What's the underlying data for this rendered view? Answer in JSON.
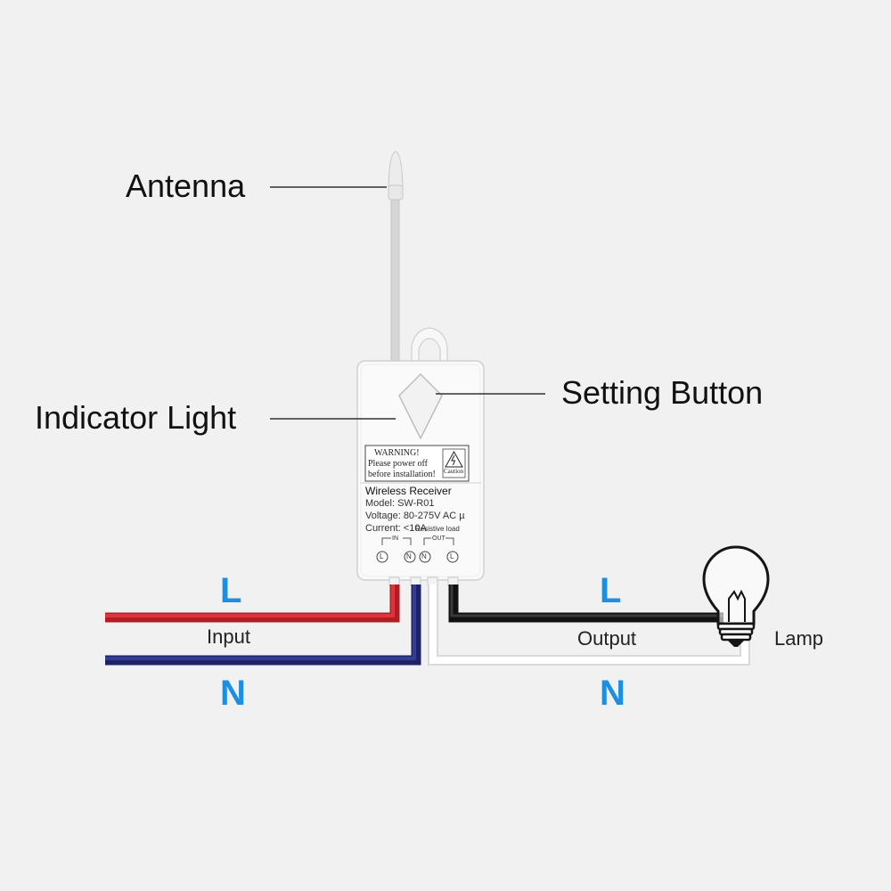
{
  "callouts": {
    "antenna": "Antenna",
    "indicator_light": "Indicator Light",
    "setting_button": "Setting Button"
  },
  "device": {
    "warning": {
      "title": "WARNING!",
      "line1": "Please power off",
      "line2": "before installation!",
      "caution": "Caution"
    },
    "name": "Wireless Receiver",
    "model": "Model: SW-R01",
    "voltage": "Voltage: 80-275V AC µ",
    "current": "Current: <10A",
    "load": "Resistive load",
    "in_group": "IN",
    "out_group": "OUT",
    "terminals": [
      "L",
      "N",
      "N",
      "L"
    ]
  },
  "wiring": {
    "input_L": "L",
    "input_N": "N",
    "output_L": "L",
    "output_N": "N",
    "input_label": "Input",
    "output_label": "Output",
    "lamp_label": "Lamp"
  },
  "colors": {
    "background": "#f1f1f1",
    "live_input": "#d42a33",
    "neutral_input": "#27307a",
    "live_output": "#111111",
    "neutral_output": "#ffffff",
    "wire_letters": "#1e8fe0"
  }
}
